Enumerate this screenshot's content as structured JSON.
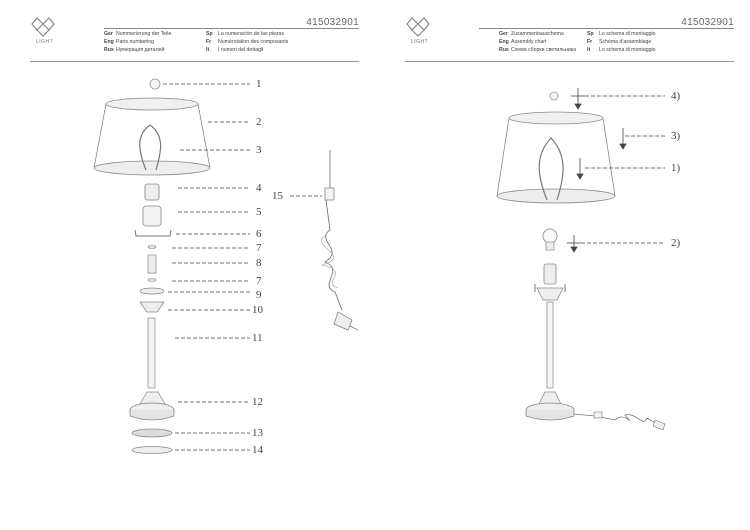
{
  "left": {
    "logo_text": "LIGHT",
    "doc_number": "415032901",
    "langs": [
      {
        "code": "Ger",
        "text": "Nummerierung der Teile"
      },
      {
        "code": "Eng",
        "text": "Parts numbering"
      },
      {
        "code": "Rus",
        "text": "Нумерация деталей"
      },
      {
        "code": "Sp",
        "text": "La numeración de las piezas"
      },
      {
        "code": "Fr",
        "text": "Numérotation des composants"
      },
      {
        "code": "It",
        "text": "I numeri del dettagli"
      }
    ],
    "part_numbers": [
      "1",
      "2",
      "3",
      "4",
      "5",
      "6",
      "7",
      "8",
      "7",
      "9",
      "10",
      "11",
      "12",
      "13",
      "14",
      "15"
    ]
  },
  "right": {
    "logo_text": "LIGHT",
    "doc_number": "415032901",
    "langs": [
      {
        "code": "Ger",
        "text": "Zusammenbauschema"
      },
      {
        "code": "Eng",
        "text": "Assembly chart"
      },
      {
        "code": "Rus",
        "text": "Схема сборки светильника"
      },
      {
        "code": "Sp",
        "text": "Lo schema di montaggio"
      },
      {
        "code": "Fr",
        "text": "Schéma d'assemblage"
      },
      {
        "code": "It",
        "text": "Lo schema di montaggio"
      }
    ],
    "steps": [
      "4)",
      "3)",
      "1)",
      "2)"
    ]
  }
}
